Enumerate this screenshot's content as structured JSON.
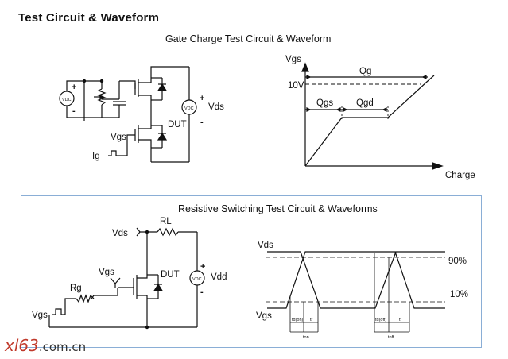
{
  "page_title": "Test Circuit & Waveform",
  "gate_charge": {
    "title": "Gate Charge Test Circuit & Waveform",
    "circuit": {
      "vdc_left": "VDC",
      "vdc_right": "VDC",
      "vds": "Vds",
      "dut": "DUT",
      "vgs": "Vgs",
      "ig": "Ig",
      "plus": "+",
      "minus": "-"
    },
    "waveform": {
      "y_axis": "Vgs",
      "x_axis": "Charge",
      "level": "10V",
      "qg": "Qg",
      "qgs": "Qgs",
      "qgd": "Qgd"
    }
  },
  "resistive_switching": {
    "title": "Resistive Switching Test Circuit & Waveforms",
    "circuit": {
      "vds": "Vds",
      "rl": "RL",
      "vgs": "Vgs",
      "rg": "Rg",
      "dut": "DUT",
      "vdd": "Vdd",
      "vdc": "VDC",
      "vgs_in": "Vgs",
      "plus": "+",
      "minus": "-"
    },
    "waveform": {
      "vds": "Vds",
      "vgs": "Vgs",
      "pct_90": "90%",
      "pct_10": "10%",
      "td_on": "td(on)",
      "tr": "tr",
      "ton": "ton",
      "td_off": "td(off)",
      "tf": "tf",
      "toff": "toff"
    }
  },
  "watermark": {
    "brand": "xl63",
    "domain": ".com.cn"
  }
}
